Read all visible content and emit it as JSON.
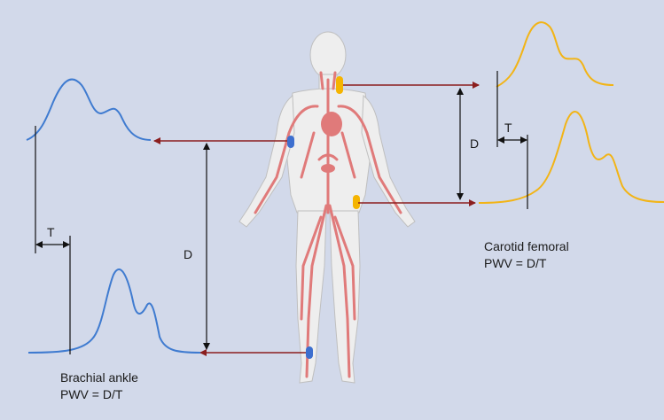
{
  "colors": {
    "background": "#d2d9ea",
    "brachial_wave": "#3f7bd0",
    "carotid_wave": "#f2b416",
    "arrow_line": "#8b1e1e",
    "vessels": "#e07a7a",
    "body_fill": "#eeeeee",
    "sensor_blue": "#3d6fcf",
    "sensor_yellow": "#f5b400"
  },
  "labels": {
    "right_interval_T": "T",
    "right_distance_D": "D",
    "left_interval_T": "T",
    "left_distance_D": "D",
    "carotid_title": "Carotid femoral",
    "carotid_formula": "PWV = D/T",
    "brachial_title": "Brachial ankle",
    "brachial_formula": "PWV = D/T"
  },
  "icons": {
    "figure": "human-circulatory-system-figure",
    "sensors": [
      "carotid-sensor",
      "brachial-sensor",
      "femoral-sensor",
      "ankle-sensor"
    ]
  }
}
